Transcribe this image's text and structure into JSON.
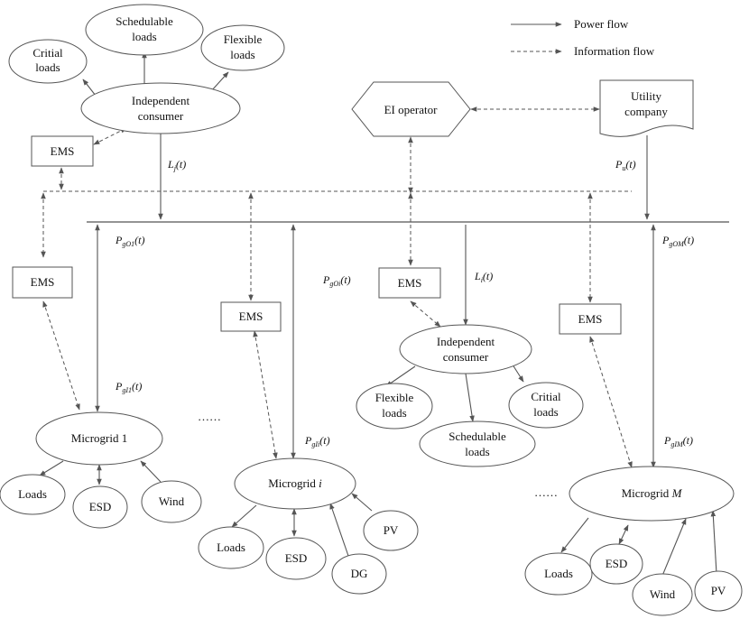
{
  "legend": {
    "power_flow": "Power flow",
    "information_flow": "Information flow"
  },
  "top_consumer": {
    "critical": [
      "Critial",
      "loads"
    ],
    "schedulable": [
      "Schedulable",
      "loads"
    ],
    "flexible": [
      "Flexible",
      "loads"
    ],
    "consumer": [
      "Independent",
      "consumer"
    ],
    "ems": "EMS",
    "load_label": {
      "main": "L",
      "sub": "j",
      "arg": "(t)"
    }
  },
  "ei_operator": "EI operator",
  "utility": {
    "name": [
      "Utility",
      "company"
    ],
    "power_label": {
      "main": "P",
      "sub": "u",
      "arg": "(t)"
    }
  },
  "microgrid_1": {
    "ems": "EMS",
    "name": "Microgrid 1",
    "bus_label": {
      "main": "P",
      "sub": "gO1",
      "arg": "(t)"
    },
    "grid_label": {
      "main": "P",
      "sub": "gI1",
      "arg": "(t)"
    },
    "loads": "Loads",
    "esd": "ESD",
    "wind": "Wind"
  },
  "ellipsis_1": "……",
  "microgrid_i": {
    "ems": "EMS",
    "name": "Microgrid ",
    "name_index": "i",
    "bus_label": {
      "main": "P",
      "sub": "gOi",
      "arg": "(t)"
    },
    "grid_label": {
      "main": "P",
      "sub": "gIi",
      "arg": "(t)"
    },
    "loads": "Loads",
    "esd": "ESD",
    "dg": "DG",
    "pv": "PV"
  },
  "middle_consumer": {
    "ems": "EMS",
    "consumer": [
      "Independent",
      "consumer"
    ],
    "flexible": [
      "Flexible",
      "loads"
    ],
    "schedulable": [
      "Schedulable",
      "loads"
    ],
    "critical": [
      "Critial",
      "loads"
    ],
    "load_label": {
      "main": "L",
      "sub": "i",
      "arg": "(t)"
    }
  },
  "ellipsis_2": "……",
  "microgrid_m": {
    "ems": "EMS",
    "name": "Microgrid ",
    "name_index": "M",
    "bus_label": {
      "main": "P",
      "sub": "gOM",
      "arg": "(t)"
    },
    "grid_label": {
      "main": "P",
      "sub": "gIM",
      "arg": "(t)"
    },
    "loads": "Loads",
    "esd": "ESD",
    "wind": "Wind",
    "pv": "PV"
  }
}
